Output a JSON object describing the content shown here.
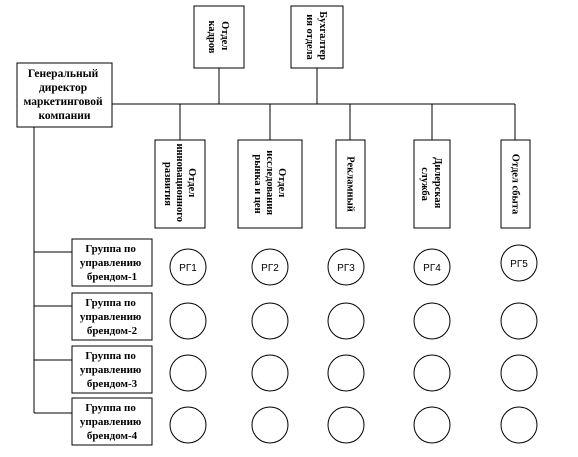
{
  "ceo": {
    "lines": [
      "Генеральный",
      "директор",
      "маркетинговой",
      "компании"
    ]
  },
  "top_departments": [
    {
      "lines": [
        "Отдел",
        "кадров"
      ]
    },
    {
      "lines": [
        "Бухгалтер",
        "ия отдела"
      ]
    }
  ],
  "departments": [
    {
      "lines": [
        "Отдел",
        "инновационного",
        "развития"
      ]
    },
    {
      "lines": [
        "Отдел",
        "исследования",
        "рынка и цен"
      ]
    },
    {
      "lines": [
        "Рекламный"
      ]
    },
    {
      "lines": [
        "Дилерская",
        "служба"
      ]
    },
    {
      "lines": [
        "Отдел сбыта"
      ]
    }
  ],
  "groups": [
    {
      "lines": [
        "Группа по",
        "управлению",
        "брендом-1"
      ]
    },
    {
      "lines": [
        "Группа по",
        "управлению",
        "брендом-2"
      ]
    },
    {
      "lines": [
        "Группа по",
        "управлению",
        "брендом-3"
      ]
    },
    {
      "lines": [
        "Группа по",
        "управлению",
        "брендом-4"
      ]
    }
  ],
  "rg_labels": [
    "РГ1",
    "РГ2",
    "РГ3",
    "РГ4",
    "РГ5"
  ],
  "colors": {
    "line": "#000000",
    "fill": "#ffffff"
  }
}
